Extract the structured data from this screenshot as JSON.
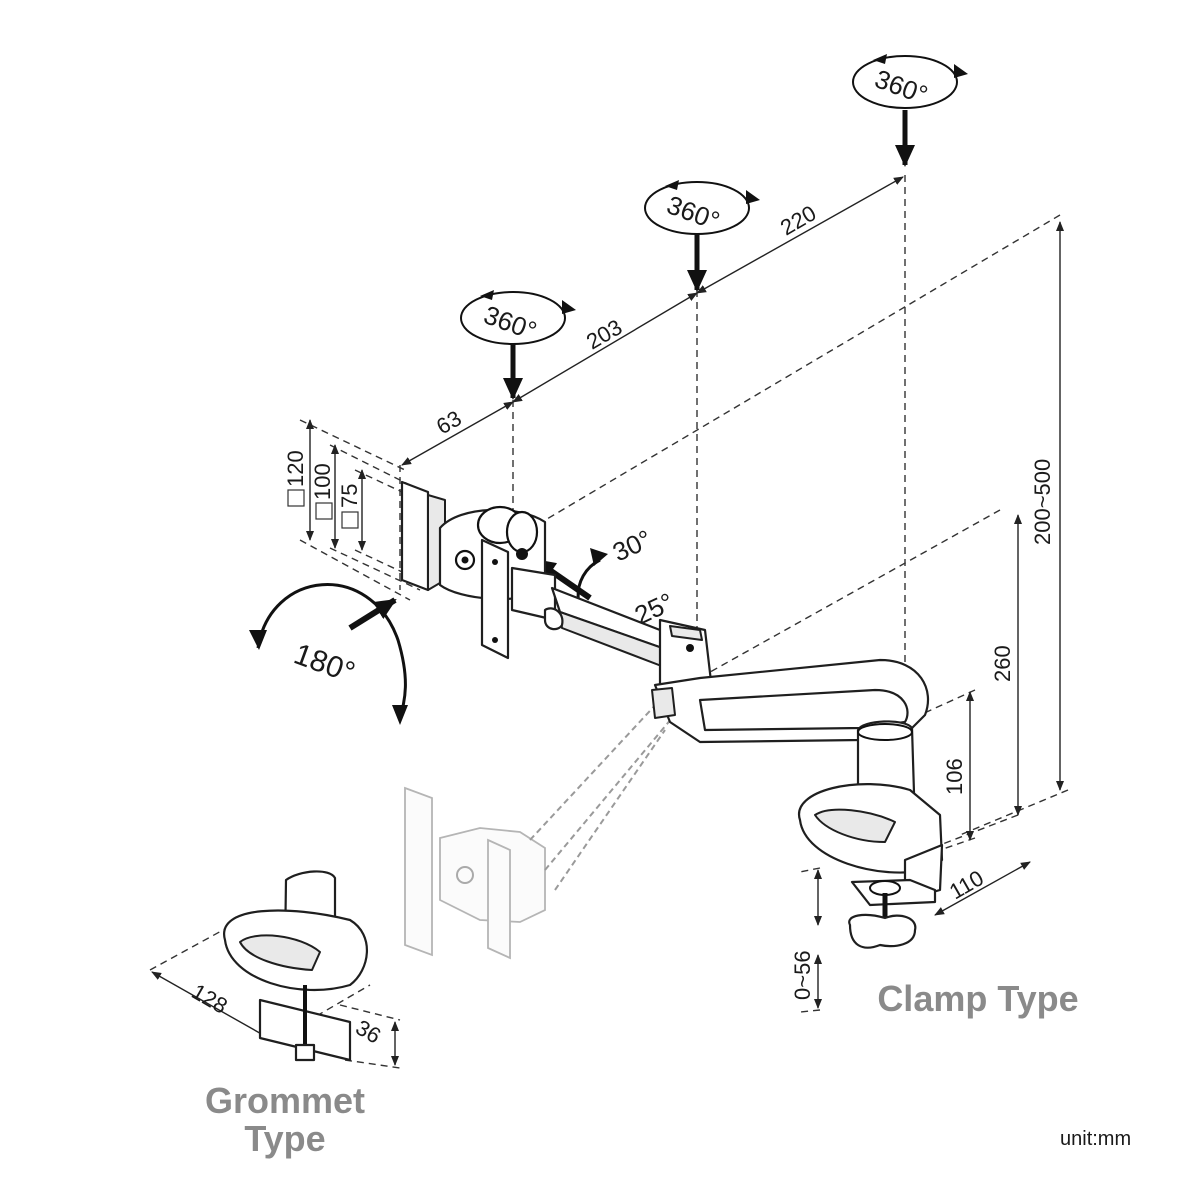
{
  "rotation_labels": {
    "swivel_1": "360°",
    "swivel_2": "360°",
    "swivel_3": "360°"
  },
  "dimensions": {
    "d63": "63",
    "d203": "203",
    "d220": "220",
    "d120": "120",
    "d100": "100",
    "d75": "75",
    "height_range": "200~500",
    "d260": "260",
    "d106": "106",
    "d110": "110",
    "clamp_range": "0~56",
    "d128": "128",
    "d36": "36"
  },
  "angles": {
    "rotate": "180°",
    "tilt_up": "30°",
    "tilt_down": "25°"
  },
  "labels": {
    "clamp_type": "Clamp Type",
    "grommet_line1": "Grommet",
    "grommet_line2": "Type",
    "unit": "unit:mm"
  },
  "colors": {
    "line": "#1f1f1f",
    "label_gray": "#8a8a8a",
    "ghost": "#9a9a9a"
  }
}
